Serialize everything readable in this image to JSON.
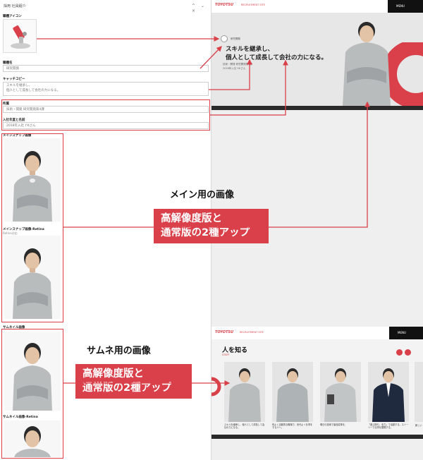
{
  "cms": {
    "header": "採用 社員紹介",
    "controls": "^ ⌄ ×",
    "icon_label": "職種アイコン",
    "role_label": "職種名",
    "role_value": "研究開発",
    "catch_label": "キャッチコピー",
    "catch_value_1": "スキルを継承し、",
    "catch_value_2": "個人として成長して会社の力になる。",
    "dept_label": "所属",
    "dept_value": "技術・開発 研究開発第4課",
    "join_label": "入社年度と名前",
    "join_value": "2018年入社 Y.Kさん",
    "main_img_label": "メインスナップ画像",
    "main_img_retina_label": "メインスナップ画像-Retina",
    "main_img_retina_sub": "Retina対応",
    "thumb_label": "サムネイル画像",
    "thumb_retina_label": "サムネイル画像-Retina"
  },
  "site": {
    "logo": "TOYOTSU",
    "logo_sub": "RECRUITMENT SITE",
    "menu": "MENU",
    "role_tag": "研究開発",
    "headline_1": "スキルを継承し、",
    "headline_2": "個人として成長して会社の力になる。",
    "sub_1": "技術・開発 研究開発第4課",
    "sub_2": "2018年入社 Y.Kさん",
    "section_title": "人を知る",
    "section_sub": "STAFF",
    "cards": [
      {
        "caption": "スキルを継承し、個人として成長して会社の力になる。"
      },
      {
        "caption": "仲よく活動的な職場で、世代よく仕事をする人へ。"
      },
      {
        "caption": "明日の技術で製品変革を、"
      },
      {
        "caption": "「遊ぶ時も、全力」で活動する。ストーリーで仕事を展開する。"
      },
      {
        "caption": "新しい"
      }
    ]
  },
  "annotations": {
    "main_title": "メイン用の画像",
    "main_box_1": "高解像度版と",
    "main_box_2": "通常版の2種アップ",
    "thumb_title": "サムネ用の画像",
    "thumb_box_1": "高解像度版と",
    "thumb_box_2": "通常版の2種アップ"
  },
  "colors": {
    "accent": "#d9404a",
    "dark": "#2a2a2a"
  }
}
